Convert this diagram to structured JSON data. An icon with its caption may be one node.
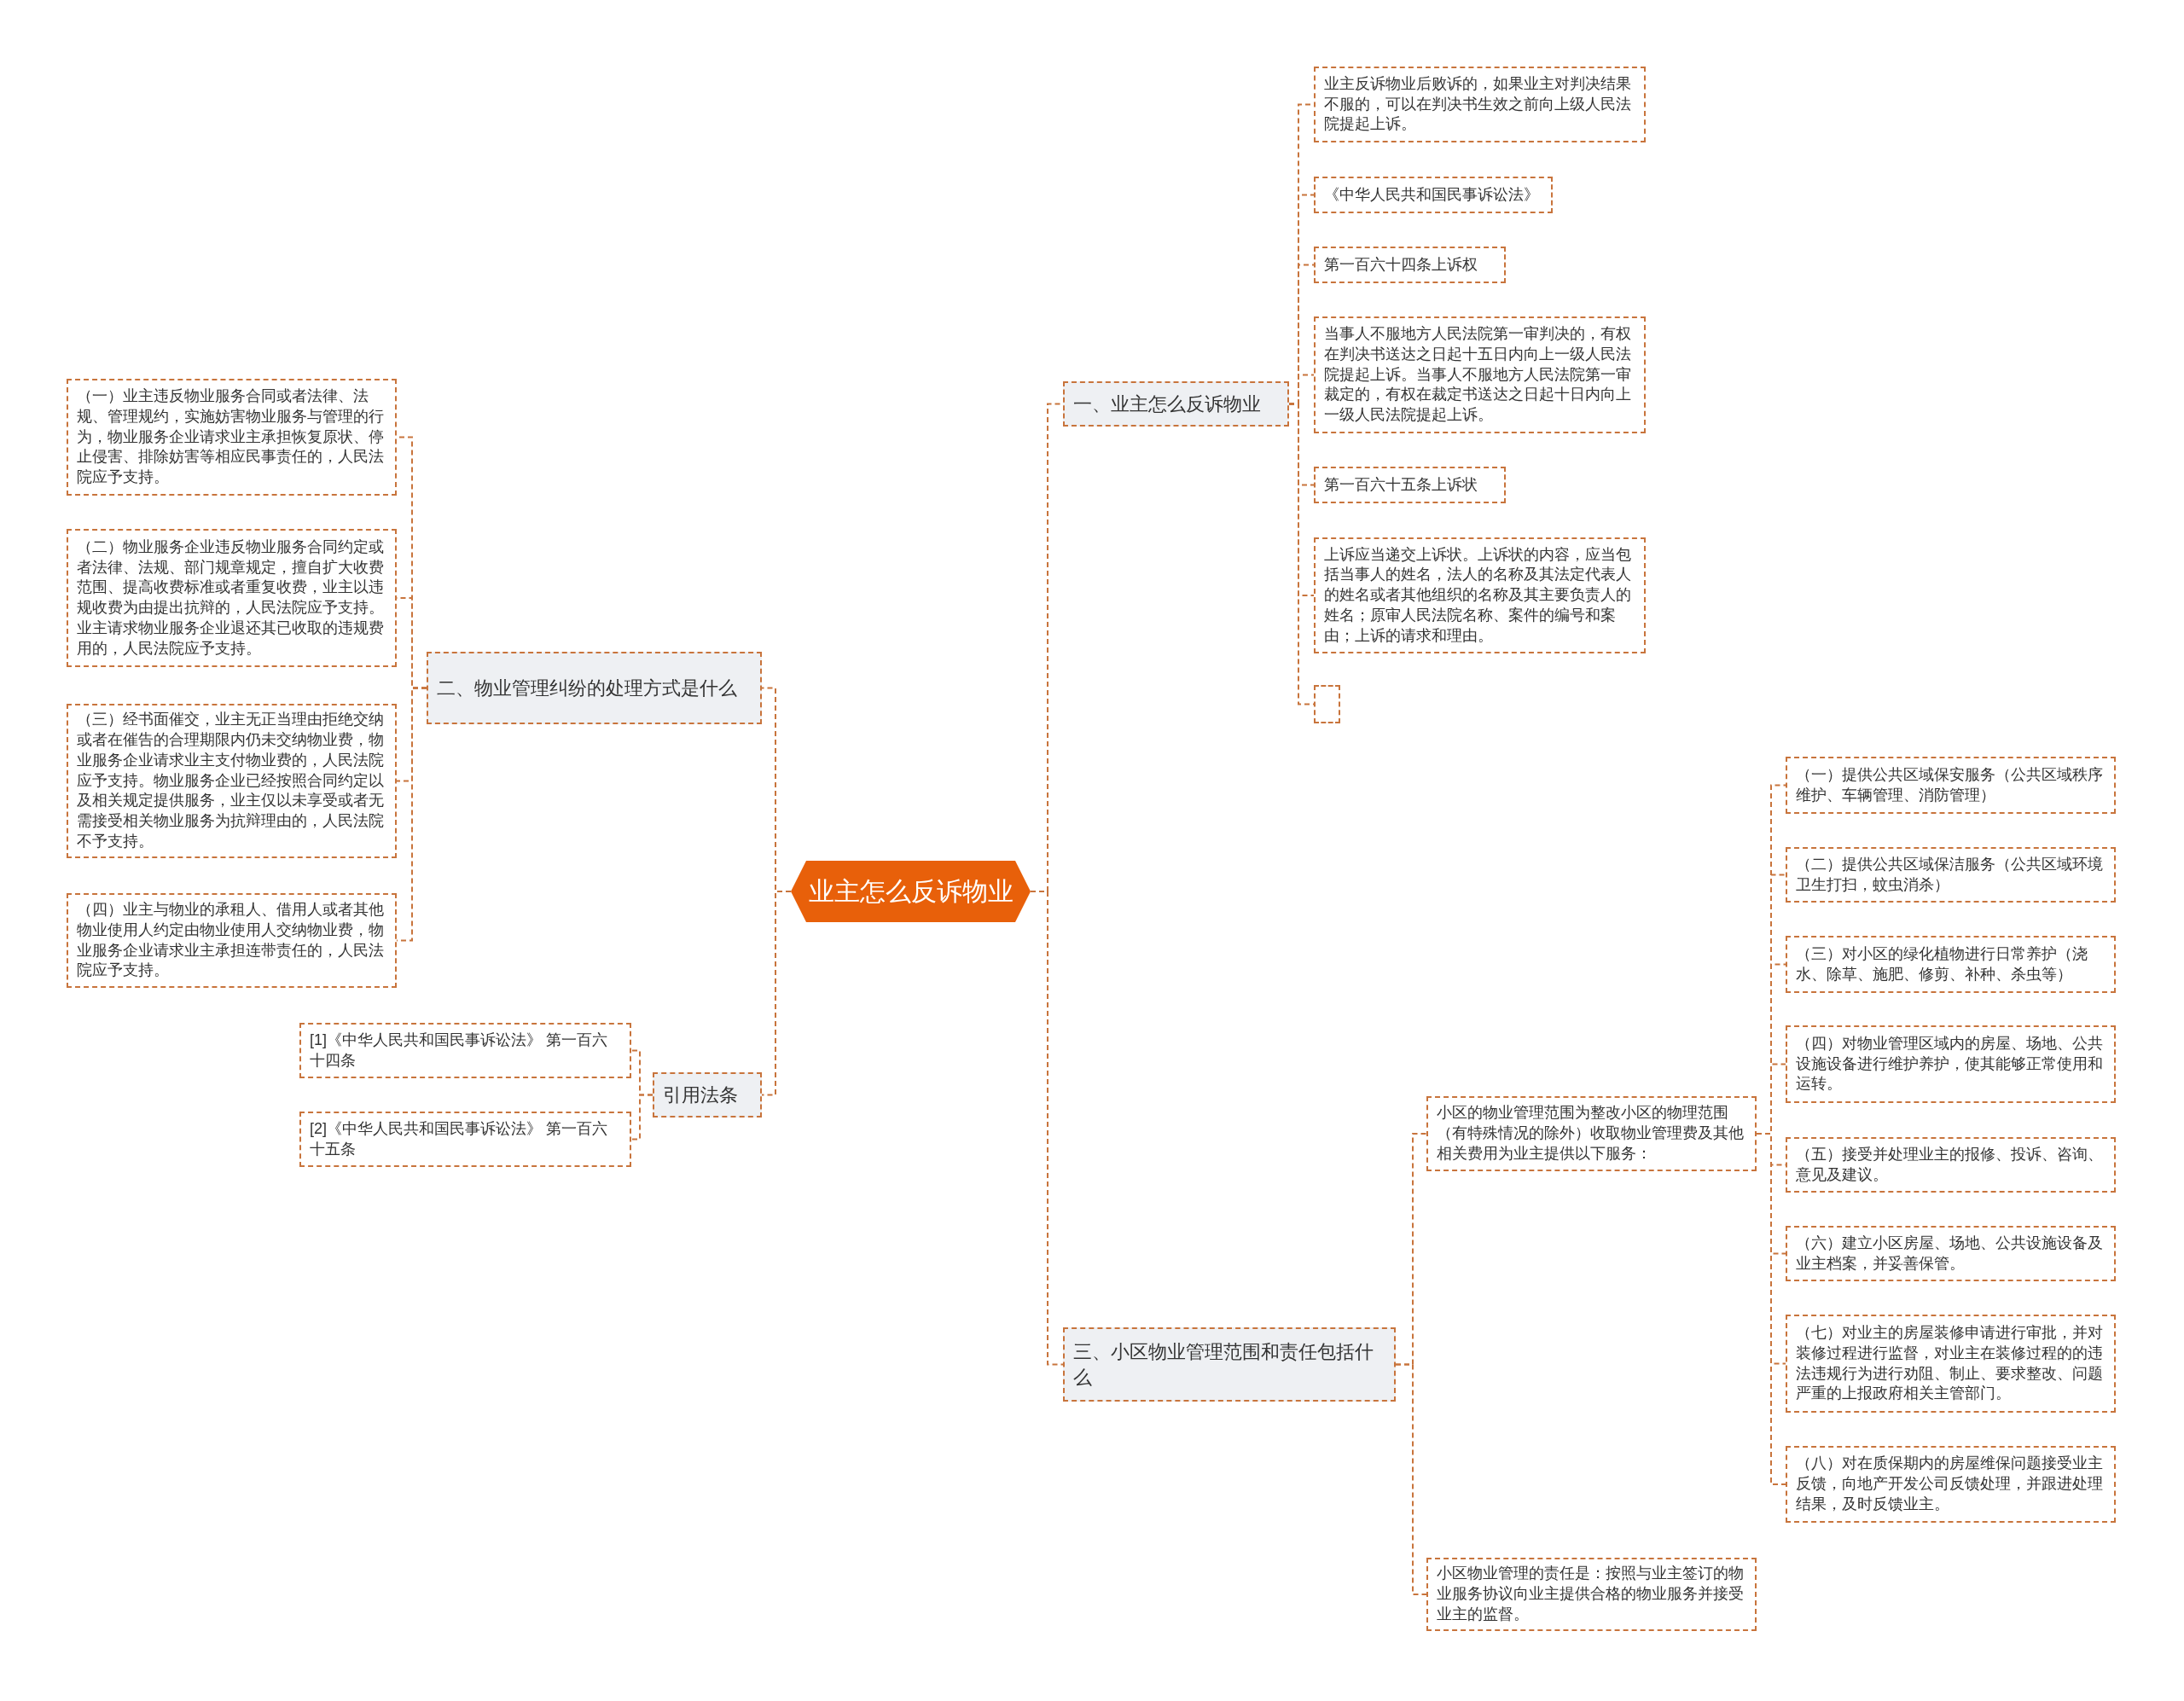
{
  "diagram": {
    "nodes": [
      {
        "text": [
          "业主怎么反诉物业"
        ]
      },
      {
        "text": [
          "一、业主怎么反诉物业"
        ]
      },
      {
        "text": [
          "业主反诉物业后败诉的，如果业主对判决结果不服的，可以在判决书生效之前向上级人民法院提起上诉。"
        ]
      },
      {
        "text": [
          "《中华人民共和国民事诉讼法》"
        ]
      },
      {
        "text": [
          "第一百六十四条上诉权"
        ]
      },
      {
        "text": [
          "当事人不服地方人民法院第一审判决的，有权在判决书送达之日起十五日内向上一级人民法院提起上诉。当事人不服地方人民法院第一审裁定的，有权在裁定书送达之日起十日内向上一级人民法院提起上诉。"
        ]
      },
      {
        "text": [
          "第一百六十五条上诉状"
        ]
      },
      {
        "text": [
          "上诉应当递交上诉状。上诉状的内容，应当包括当事人的姓名，法人的名称及其法定代表人的姓名或者其他组织的名称及其主要负责人的姓名；原审人民法院名称、案件的编号和案由；上诉的请求和理由。"
        ]
      },
      {
        "text": [],
        "shape": "box"
      },
      {
        "text": [
          "二、物业管理纠纷的处理方式是什么"
        ]
      },
      {
        "text": [
          "（一）业主违反物业服务合同或者法律、法规、管理规约，实施妨害物业服务与管理的行为，物业服务企业请求业主承担恢复原状、停止侵害、排除妨害等相应民事责任的，人民法院应予支持。"
        ]
      },
      {
        "text": [
          "（二）物业服务企业违反物业服务合同约定或者法律、法规、部门规章规定，擅自扩大收费范围、提高收费标准或者重复收费，业主以违规收费为由提出抗辩的，人民法院应予支持。业主请求物业服务企业退还其已收取的违规费用的，人民法院应予支持。"
        ]
      },
      {
        "text": [
          "（三）经书面催交，业主无正当理由拒绝交纳或者在催告的合理期限内仍未交纳物业费，物业服务企业请求业主支付物业费的，人民法院应予支持。物业服务企业已经按照合同约定以及相关规定提供服务，业主仅以未享受或者无需接受相关物业服务为抗辩理由的，人民法院不予支持。"
        ]
      },
      {
        "text": [
          "（四）业主与物业的承租人、借用人或者其他物业使用人约定由物业使用人交纳物业费，物业服务企业请求业主承担连带责任的，人民法院应予支持。"
        ]
      },
      {
        "text": [
          "引用法条"
        ]
      },
      {
        "text": [
          "[1]《中华人民共和国民事诉讼法》 第一百六十四条"
        ]
      },
      {
        "text": [
          "[2]《中华人民共和国民事诉讼法》 第一百六十五条"
        ]
      },
      {
        "text": [
          "三、小区物业管理范围和责任包括什么"
        ]
      },
      {
        "text": [
          "小区的物业管理范围为整改小区的物理范围（有特殊情况的除外）收取物业管理费及其他相关费用为业主提供以下服务："
        ]
      },
      {
        "text": [
          "（一）提供公共区域保安服务（公共区域秩序维护、车辆管理、消防管理）"
        ]
      },
      {
        "text": [
          "（二）提供公共区域保洁服务（公共区域环境卫生打扫，蚊虫消杀）"
        ]
      },
      {
        "text": [
          "（三）对小区的绿化植物进行日常养护（浇水、除草、施肥、修剪、补种、杀虫等）"
        ]
      },
      {
        "text": [
          "（四）对物业管理区域内的房屋、场地、公共设施设备进行维护养护，使其能够正常使用和运转。"
        ]
      },
      {
        "text": [
          "（五）接受并处理业主的报修、投诉、咨询、意见及建议。"
        ]
      },
      {
        "text": [
          "（六）建立小区房屋、场地、公共设施设备及业主档案，并妥善保管。"
        ]
      },
      {
        "text": [
          "（七）对业主的房屋装修申请进行审批，并对装修过程进行监督，对业主在装修过程的的违法违规行为进行劝阻、制止、要求整改、问题严重的上报政府相关主管部门。"
        ]
      },
      {
        "text": [
          "（八）对在质保期内的房屋维保问题接受业主反馈，向地产开发公司反馈处理，并跟进处理结果，及时反馈业主。"
        ]
      },
      {
        "text": [
          "小区物业管理的责任是：按照与业主签订的物业服务协议向业主提供合格的物业服务并接受业主的监督。"
        ]
      }
    ],
    "edges": [
      {
        "from": 0,
        "to": 1,
        "arrow": "none"
      },
      {
        "from": 1,
        "to": 2,
        "arrow": "none"
      },
      {
        "from": 1,
        "to": 3,
        "arrow": "none"
      },
      {
        "from": 1,
        "to": 4,
        "arrow": "none"
      },
      {
        "from": 1,
        "to": 5,
        "arrow": "none"
      },
      {
        "from": 1,
        "to": 6,
        "arrow": "none"
      },
      {
        "from": 1,
        "to": 7,
        "arrow": "none"
      },
      {
        "from": 1,
        "to": 8,
        "arrow": "none"
      },
      {
        "from": 0,
        "to": 9,
        "arrow": "none"
      },
      {
        "from": 9,
        "to": 10,
        "arrow": "none"
      },
      {
        "from": 9,
        "to": 11,
        "arrow": "none"
      },
      {
        "from": 9,
        "to": 12,
        "arrow": "none"
      },
      {
        "from": 9,
        "to": 13,
        "arrow": "none"
      },
      {
        "from": 0,
        "to": 14,
        "arrow": "none"
      },
      {
        "from": 14,
        "to": 15,
        "arrow": "none"
      },
      {
        "from": 14,
        "to": 16,
        "arrow": "none"
      },
      {
        "from": 0,
        "to": 17,
        "arrow": "none"
      },
      {
        "from": 17,
        "to": 18,
        "arrow": "none"
      },
      {
        "from": 18,
        "to": 19,
        "arrow": "none"
      },
      {
        "from": 18,
        "to": 20,
        "arrow": "none"
      },
      {
        "from": 18,
        "to": 21,
        "arrow": "none"
      },
      {
        "from": 18,
        "to": 22,
        "arrow": "none"
      },
      {
        "from": 18,
        "to": 23,
        "arrow": "none"
      },
      {
        "from": 18,
        "to": 24,
        "arrow": "none"
      },
      {
        "from": 18,
        "to": 25,
        "arrow": "none"
      },
      {
        "from": 18,
        "to": 26,
        "arrow": "none"
      },
      {
        "from": 17,
        "to": 27,
        "arrow": "none"
      }
    ]
  }
}
